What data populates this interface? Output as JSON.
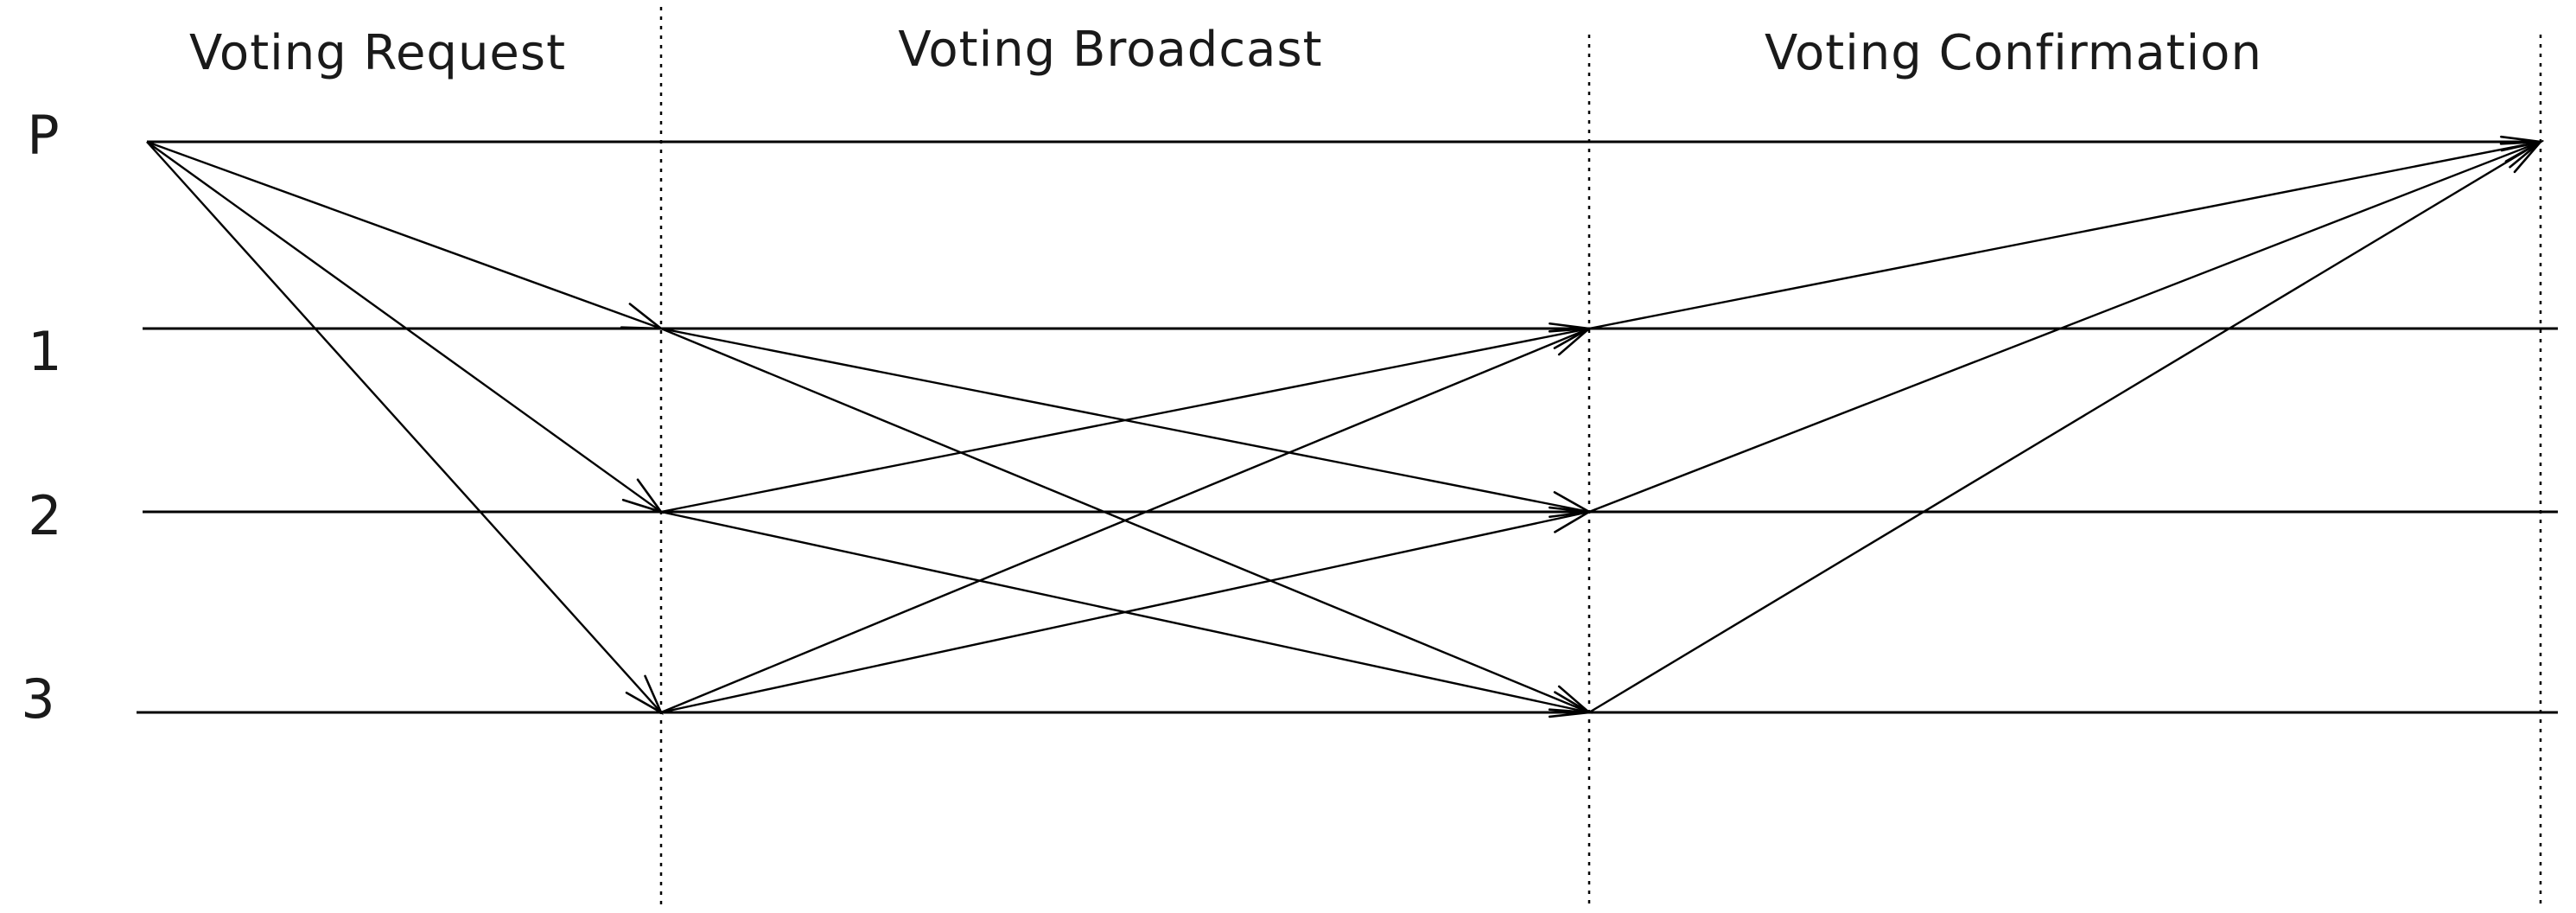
{
  "phases": [
    {
      "id": "request",
      "label": "Voting Request"
    },
    {
      "id": "broadcast",
      "label": "Voting Broadcast"
    },
    {
      "id": "confirmation",
      "label": "Voting Confirmation"
    }
  ],
  "nodes": [
    {
      "id": "P",
      "label": "P"
    },
    {
      "id": "1",
      "label": "1"
    },
    {
      "id": "2",
      "label": "2"
    },
    {
      "id": "3",
      "label": "3"
    }
  ],
  "messages": [
    {
      "phase": "request",
      "from": "P",
      "to": "1"
    },
    {
      "phase": "request",
      "from": "P",
      "to": "2"
    },
    {
      "phase": "request",
      "from": "P",
      "to": "3"
    },
    {
      "phase": "broadcast",
      "from": "1",
      "to": "2"
    },
    {
      "phase": "broadcast",
      "from": "1",
      "to": "3"
    },
    {
      "phase": "broadcast",
      "from": "2",
      "to": "1"
    },
    {
      "phase": "broadcast",
      "from": "2",
      "to": "3"
    },
    {
      "phase": "broadcast",
      "from": "3",
      "to": "1"
    },
    {
      "phase": "broadcast",
      "from": "3",
      "to": "2"
    },
    {
      "phase": "confirmation",
      "from": "1",
      "to": "P"
    },
    {
      "phase": "confirmation",
      "from": "2",
      "to": "P"
    },
    {
      "phase": "confirmation",
      "from": "3",
      "to": "P"
    }
  ]
}
